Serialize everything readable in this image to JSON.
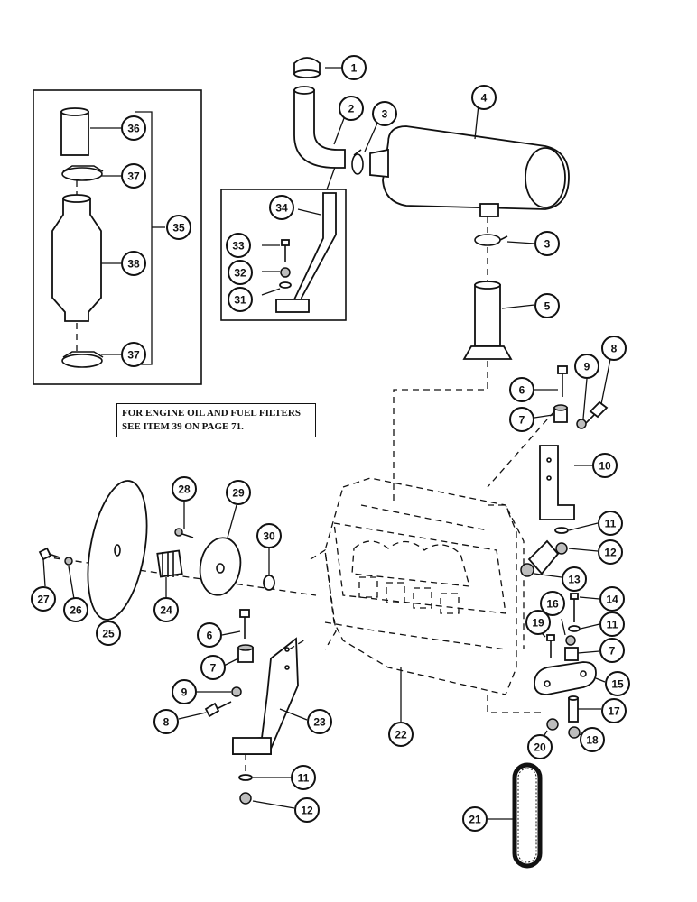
{
  "note": {
    "line1": "FOR ENGINE OIL AND FUEL FILTERS",
    "line2": "SEE ITEM 39 ON PAGE 71."
  },
  "callouts": [
    {
      "id": "c1",
      "label": "1"
    },
    {
      "id": "c2",
      "label": "2"
    },
    {
      "id": "c3a",
      "label": "3"
    },
    {
      "id": "c3b",
      "label": "3"
    },
    {
      "id": "c4",
      "label": "4"
    },
    {
      "id": "c5",
      "label": "5"
    },
    {
      "id": "c6a",
      "label": "6"
    },
    {
      "id": "c6b",
      "label": "6"
    },
    {
      "id": "c7a",
      "label": "7"
    },
    {
      "id": "c7b",
      "label": "7"
    },
    {
      "id": "c7c",
      "label": "7"
    },
    {
      "id": "c8a",
      "label": "8"
    },
    {
      "id": "c8b",
      "label": "8"
    },
    {
      "id": "c9a",
      "label": "9"
    },
    {
      "id": "c9b",
      "label": "9"
    },
    {
      "id": "c10",
      "label": "10"
    },
    {
      "id": "c11a",
      "label": "11"
    },
    {
      "id": "c11b",
      "label": "11"
    },
    {
      "id": "c11c",
      "label": "11"
    },
    {
      "id": "c12a",
      "label": "12"
    },
    {
      "id": "c12b",
      "label": "12"
    },
    {
      "id": "c13",
      "label": "13"
    },
    {
      "id": "c14",
      "label": "14"
    },
    {
      "id": "c15",
      "label": "15"
    },
    {
      "id": "c16",
      "label": "16"
    },
    {
      "id": "c17",
      "label": "17"
    },
    {
      "id": "c18",
      "label": "18"
    },
    {
      "id": "c19",
      "label": "19"
    },
    {
      "id": "c20",
      "label": "20"
    },
    {
      "id": "c21",
      "label": "21"
    },
    {
      "id": "c22",
      "label": "22"
    },
    {
      "id": "c23",
      "label": "23"
    },
    {
      "id": "c24",
      "label": "24"
    },
    {
      "id": "c25",
      "label": "25"
    },
    {
      "id": "c26",
      "label": "26"
    },
    {
      "id": "c27",
      "label": "27"
    },
    {
      "id": "c28",
      "label": "28"
    },
    {
      "id": "c29",
      "label": "29"
    },
    {
      "id": "c30",
      "label": "30"
    },
    {
      "id": "c31",
      "label": "31"
    },
    {
      "id": "c32",
      "label": "32"
    },
    {
      "id": "c33",
      "label": "33"
    },
    {
      "id": "c34",
      "label": "34"
    },
    {
      "id": "c35",
      "label": "35"
    },
    {
      "id": "c36",
      "label": "36"
    },
    {
      "id": "c37a",
      "label": "37"
    },
    {
      "id": "c37b",
      "label": "37"
    },
    {
      "id": "c38",
      "label": "38"
    }
  ]
}
